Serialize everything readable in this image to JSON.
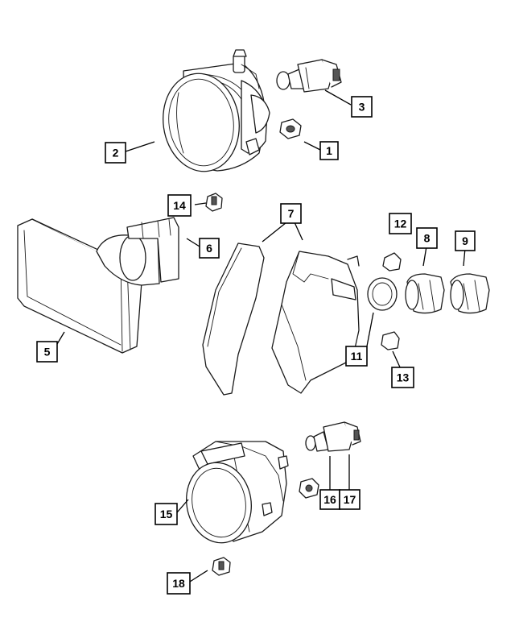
{
  "callouts": [
    {
      "id": "c1",
      "label": "1"
    },
    {
      "id": "c2",
      "label": "2"
    },
    {
      "id": "c3",
      "label": "3"
    },
    {
      "id": "c5",
      "label": "5"
    },
    {
      "id": "c6",
      "label": "6"
    },
    {
      "id": "c7",
      "label": "7"
    },
    {
      "id": "c8",
      "label": "8"
    },
    {
      "id": "c9",
      "label": "9"
    },
    {
      "id": "c11",
      "label": "11"
    },
    {
      "id": "c12",
      "label": "12"
    },
    {
      "id": "c13",
      "label": "13"
    },
    {
      "id": "c14",
      "label": "14"
    },
    {
      "id": "c15",
      "label": "15"
    },
    {
      "id": "c16",
      "label": "16"
    },
    {
      "id": "c17",
      "label": "17"
    },
    {
      "id": "c18",
      "label": "18"
    }
  ]
}
